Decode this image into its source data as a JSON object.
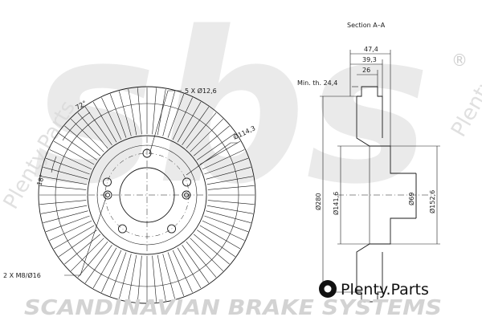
{
  "section_label": "Section A–A",
  "dims": {
    "overall_thickness": "47,4",
    "hat_depth": "39,3",
    "disc_thickness": "26",
    "min_thickness": "Min. th. 24,4",
    "bolt_holes": "5 X Ø12,6",
    "bolt_circle": "Ø114,3",
    "hat_outer": "Ø152,6",
    "center_bore": "Ø69",
    "friction_inner": "Ø141,6",
    "disc_outer": "Ø280",
    "threaded_holes": "2 X M8/Ø16",
    "angle_72": "72°",
    "angle_18": "18°"
  },
  "branding": {
    "bottom_banner": "SCANDINAVIAN BRAKE SYSTEMS",
    "logo_text": "Plenty.Parts",
    "watermark_letters": "sbs",
    "watermark_plenty": "Plenty.Parts",
    "registered": "®"
  },
  "colors": {
    "line": "#1a1a1a",
    "watermark": "#d9d9d9",
    "logo": "#111111"
  }
}
